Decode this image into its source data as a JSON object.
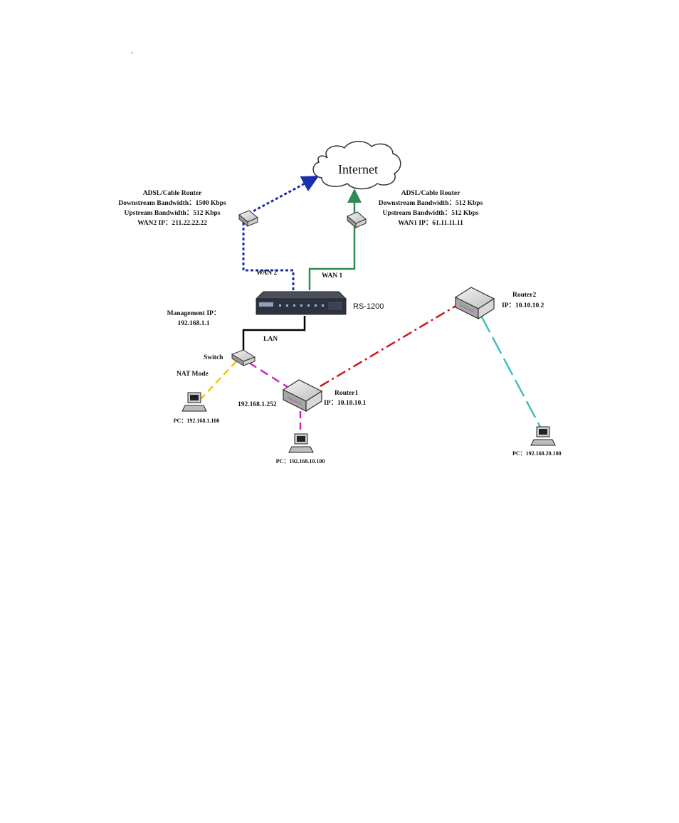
{
  "page": {
    "bullet": "."
  },
  "cloud": {
    "label": "Internet"
  },
  "adsl_left": {
    "title": "ADSL/Cable Router",
    "down": "Downstream Bandwidth：1500 Kbps",
    "up": "Upstream Bandwidth：512 Kbps",
    "ip": "WAN2 IP：211.22.22.22"
  },
  "adsl_right": {
    "title": "ADSL/Cable Router",
    "down": "Downstream Bandwidth：512 Kbps",
    "up": "Upstream Bandwidth：512 Kbps",
    "ip": "WAN1 IP：61.11.11.11"
  },
  "links": {
    "wan2": "WAN 2",
    "wan1": "WAN 1",
    "lan": "LAN",
    "nat": "NAT Mode"
  },
  "main_device": {
    "name": "RS-1200",
    "mgmt_label": "Management IP：",
    "mgmt_ip": "192.168.1.1"
  },
  "switch": {
    "label": "Switch"
  },
  "router1": {
    "name": "Router1",
    "ip": "IP：10.10.10.1",
    "lan_ip": "192.168.1.252"
  },
  "router2": {
    "name": "Router2",
    "ip": "IP：10.10.10.2"
  },
  "pcs": {
    "pc1": "PC：192.168.1.100",
    "pc2": "PC：192.168.10.100",
    "pc3": "PC：192.168.20.100"
  },
  "colors": {
    "wan2_link": "#1a2fb0",
    "wan1_link": "#2e8b57",
    "lan_link": "#000000",
    "nat_link": "#f0c419",
    "router1_link": "#d020c8",
    "vpn_link": "#cc1a1a",
    "router2_link": "#3fbfbf"
  }
}
